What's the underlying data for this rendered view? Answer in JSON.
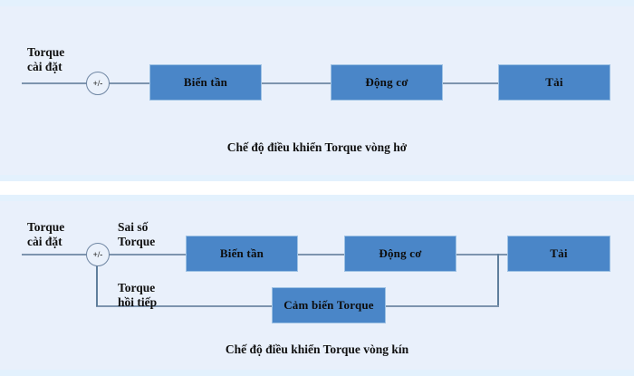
{
  "figure": {
    "title": "Torque control block diagrams",
    "colors": {
      "panel_background": "#e9f0fb",
      "panel_edge_tint": "#e3f1fd",
      "block_fill": "#4a86c8",
      "block_border": "#9ec2e4",
      "line": "#7d94ae",
      "feedback_line": "#5f7e9c",
      "text": "#101010",
      "page_background": "#ffffff"
    }
  },
  "open_loop": {
    "caption": "Chế độ điều khiển Torque vòng hở",
    "input_label": "Torque\ncài đặt",
    "junction_label": "+/-",
    "blocks": [
      {
        "label": "Biến tần"
      },
      {
        "label": "Động cơ"
      },
      {
        "label": "Tải"
      }
    ]
  },
  "closed_loop": {
    "caption": "Chế độ điều khiển Torque vòng kín",
    "input_label": "Torque\ncài đặt",
    "junction_label": "+/-",
    "error_label": "Sai số\nTorque",
    "feedback_label": "Torque\nhồi tiếp",
    "blocks": [
      {
        "label": "Biến tần"
      },
      {
        "label": "Động cơ"
      },
      {
        "label": "Tải"
      }
    ],
    "feedback_block": {
      "label": "Cảm biến Torque"
    }
  }
}
